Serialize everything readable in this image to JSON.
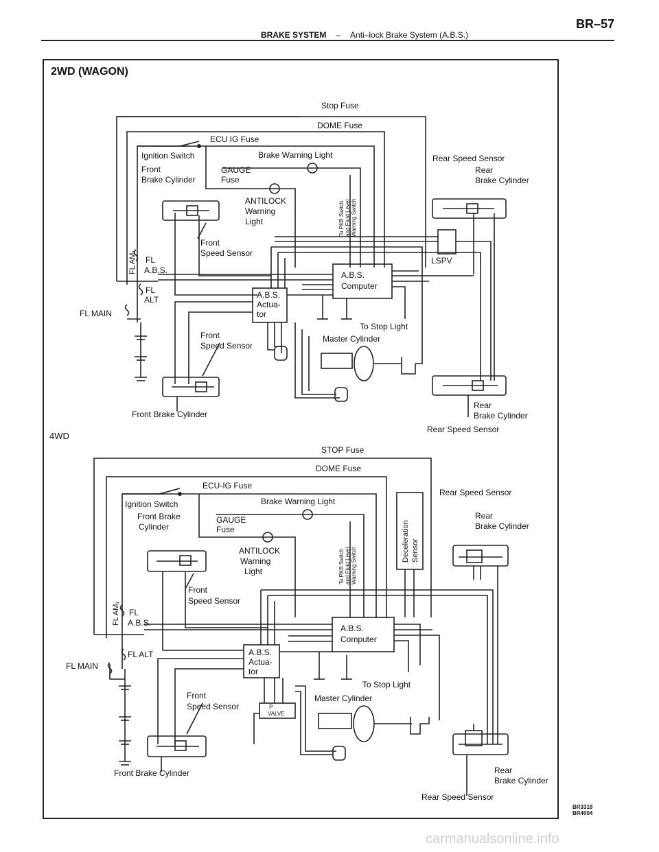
{
  "header": {
    "section": "BRAKE SYSTEM",
    "separator": "–",
    "subtitle": "Anti–lock Brake System (A.B.S.)",
    "page": "BR–57"
  },
  "panels": [
    {
      "title": "2WD (WAGON)",
      "labels": {
        "stop_fuse": "Stop Fuse",
        "dome_fuse": "DOME Fuse",
        "ecu_fuse": "ECU IG Fuse",
        "ignition_switch": "Ignition Switch",
        "brake_warning_light": "Brake Warning Light",
        "front_brake_cyl_1": "Front",
        "front_brake_cyl_2": "Brake Cylinder",
        "gauge_fuse_1": "GAUGE",
        "gauge_fuse_2": "Fuse",
        "antilock_1": "ANTILOCK",
        "antilock_2": "Warning",
        "antilock_3": "Light",
        "pkb_1": "To PKB Switch",
        "pkb_2": "and Fluid Level",
        "pkb_3": "Warning Switch",
        "rear_speed_sensor_top": "Rear Speed Sensor",
        "rear_brake_cyl_top_1": "Rear",
        "rear_brake_cyl_top_2": "Brake Cylinder",
        "front_speed_sensor_top_1": "Front",
        "front_speed_sensor_top_2": "Speed Sensor",
        "fl_am": "FL AM₁",
        "fl_abs_1": "FL",
        "fl_abs_2": "A.B.S.",
        "fl_alt_1": "FL",
        "fl_alt_2": "ALT",
        "fl_main": "FL MAIN",
        "abs_computer_1": "A.B.S.",
        "abs_computer_2": "Computer",
        "lspv": "LSPV",
        "abs_actuator_1": "A.B.S.",
        "abs_actuator_2": "Actua-",
        "abs_actuator_3": "tor",
        "to_stop_light": "To Stop Light",
        "master_cylinder": "Master Cylinder",
        "front_speed_sensor_bottom_1": "Front",
        "front_speed_sensor_bottom_2": "Speed Sensor",
        "front_brake_cyl_bottom": "Front Brake Cylinder",
        "rear_brake_cyl_bottom_1": "Rear",
        "rear_brake_cyl_bottom_2": "Brake Cylinder",
        "rear_speed_sensor_bottom": "Rear Speed Sensor"
      }
    },
    {
      "title": "4WD",
      "labels": {
        "stop_fuse": "STOP Fuse",
        "dome_fuse": "DOME Fuse",
        "ecu_fuse": "ECU-IG Fuse",
        "ignition_switch": "Ignition Switch",
        "brake_warning_light": "Brake Warning Light",
        "front_brake_cyl_1": "Front Brake",
        "front_brake_cyl_2": "Cylinder",
        "gauge_fuse_1": "GAUGE",
        "gauge_fuse_2": "Fuse",
        "antilock_1": "ANTILOCK",
        "antilock_2": "Warning",
        "antilock_3": "Light",
        "pkb_1": "To PKB Switch",
        "pkb_2": "and Fluid Level",
        "pkb_3": "Warning Switch",
        "decel_1": "Deceleration",
        "decel_2": "Sensor",
        "rear_speed_sensor_top": "Rear Speed Sensor",
        "rear_brake_cyl_top_1": "Rear",
        "rear_brake_cyl_top_2": "Brake Cylinder",
        "front_speed_sensor_top_1": "Front",
        "front_speed_sensor_top_2": "Speed Sensor",
        "fl_am": "FL AM₁",
        "fl_abs_1": "FL",
        "fl_abs_2": "A.B.S.",
        "fl_alt": "FL ALT",
        "fl_main": "FL MAIN",
        "abs_computer_1": "A.B.S.",
        "abs_computer_2": "Computer",
        "abs_actuator_1": "A.B.S.",
        "abs_actuator_2": "Actua-",
        "abs_actuator_3": "tor",
        "to_stop_light": "To Stop Light",
        "master_cylinder": "Master Cylinder",
        "p_valve_1": "P",
        "p_valve_2": "VALVE",
        "front_speed_sensor_bottom_1": "Front",
        "front_speed_sensor_bottom_2": "Speed Sensor",
        "front_brake_cyl_bottom": "Front Brake Cylinder",
        "rear_brake_cyl_bottom_1": "Rear",
        "rear_brake_cyl_bottom_2": "Brake Cylinder",
        "rear_speed_sensor_bottom": "Rear Speed Sensor"
      }
    }
  ],
  "figure_codes": [
    "BR3318",
    "BR4004"
  ],
  "watermark": "carmanualsonline.info"
}
